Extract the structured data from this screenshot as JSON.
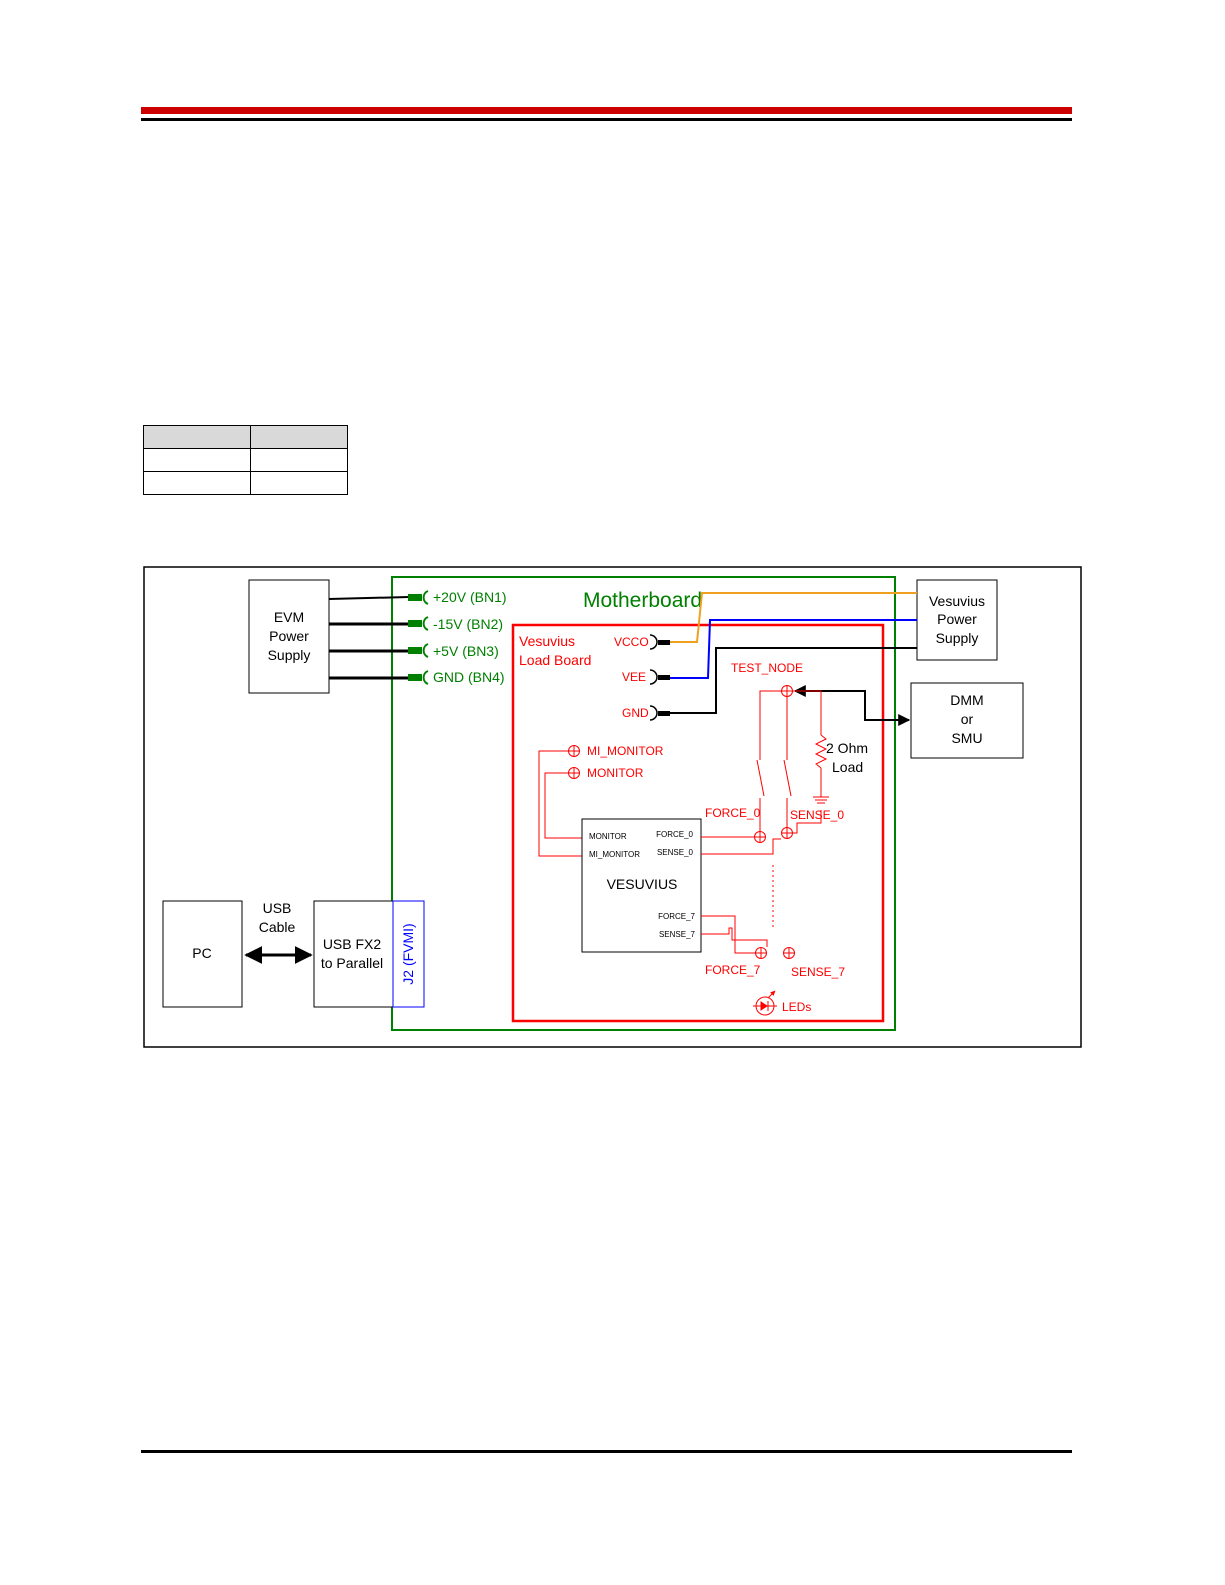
{
  "table": {
    "rows": [
      [
        "",
        ""
      ],
      [
        "",
        ""
      ],
      [
        "",
        ""
      ]
    ]
  },
  "colors": {
    "header_red": "#cc0000",
    "motherboard_green": "#008000",
    "loadboard_red": "#ff0000",
    "vcco_orange": "#f0a020",
    "vee_blue": "#0000ff",
    "connector_label_blue": "#0000ff"
  },
  "diagram": {
    "evm_power_supply": [
      "EVM",
      "Power",
      "Supply"
    ],
    "vesuvius_power_supply": [
      "Vesuvius",
      "Power",
      "Supply"
    ],
    "dmm_smu": [
      "DMM",
      "or",
      "SMU"
    ],
    "pc": "PC",
    "usb_cable": [
      "USB",
      "Cable"
    ],
    "usb_fx2": [
      "USB FX2",
      "to Parallel"
    ],
    "j2_label": "J2 (FVMI)",
    "motherboard": "Motherboard",
    "motherboard_connectors": [
      "+20V (BN1)",
      "-15V (BN2)",
      "+5V (BN3)",
      "GND (BN4)"
    ],
    "load_board": [
      "Vesuvius",
      "Load Board"
    ],
    "supply_pins": [
      "VCCO",
      "VEE",
      "GND"
    ],
    "test_node": "TEST_NODE",
    "mi_monitor": "MI_MONITOR",
    "monitor": "MONITOR",
    "load": [
      "2 Ohm",
      "Load"
    ],
    "force_0": "FORCE_0",
    "sense_0": "SENSE_0",
    "force_7": "FORCE_7",
    "sense_7": "SENSE_7",
    "leds": "LEDs",
    "chip": {
      "name": "VESUVIUS",
      "pins_left": [
        "MONITOR",
        "MI_MONITOR"
      ],
      "pins_right_top": [
        "FORCE_0",
        "SENSE_0"
      ],
      "pins_right_bottom": [
        "FORCE_7",
        "SENSE_7"
      ]
    }
  }
}
